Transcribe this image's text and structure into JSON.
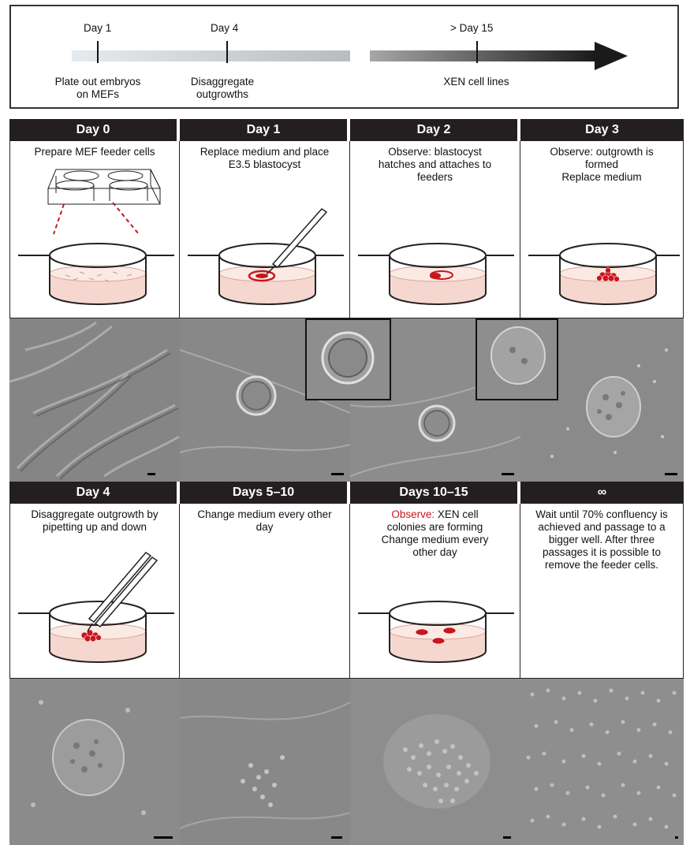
{
  "timeline": {
    "marks": [
      {
        "day": "Day 1",
        "note": "Plate out embryos\non MEFs"
      },
      {
        "day": "Day 4",
        "note": "Disaggregate\noutgrowths"
      },
      {
        "day": "> Day 15",
        "note": "XEN cell lines"
      }
    ]
  },
  "steps": [
    {
      "header": "Day 0",
      "text": "Prepare MEF feeder cells",
      "dish": "plate-with-wells"
    },
    {
      "header": "Day 1",
      "text": "Replace medium and place E3.5 blastocyst",
      "dish": "pipette-blastocyst"
    },
    {
      "header": "Day 2",
      "text": "Observe: blastocyst hatches and attaches to feeders",
      "dish": "attached-blastocyst"
    },
    {
      "header": "Day 3",
      "text": "Observe: outgrowth is formed\nReplace medium",
      "dish": "outgrowth"
    },
    {
      "header": "Day 4",
      "text": "Disaggregate outgrowth by pipetting up and down",
      "dish": "pipette-outgrowth"
    },
    {
      "header": "Days 5–10",
      "text": "Change medium every other day",
      "dish": "none"
    },
    {
      "header": "Days 10–15",
      "text_red": "Observe:",
      "text": " XEN cell colonies are forming Change medium every other day",
      "dish": "colonies"
    },
    {
      "header": "∞",
      "text": "Wait until 70% confluency is achieved and passage to a bigger well. After three passages it is possible to remove the feeder cells.",
      "dish": "none"
    }
  ],
  "colors": {
    "header_bg": "#231f20",
    "accent_red": "#c8161d",
    "medium_pink": "#f6d7cf",
    "photo_gray": "#8a8a8a"
  }
}
